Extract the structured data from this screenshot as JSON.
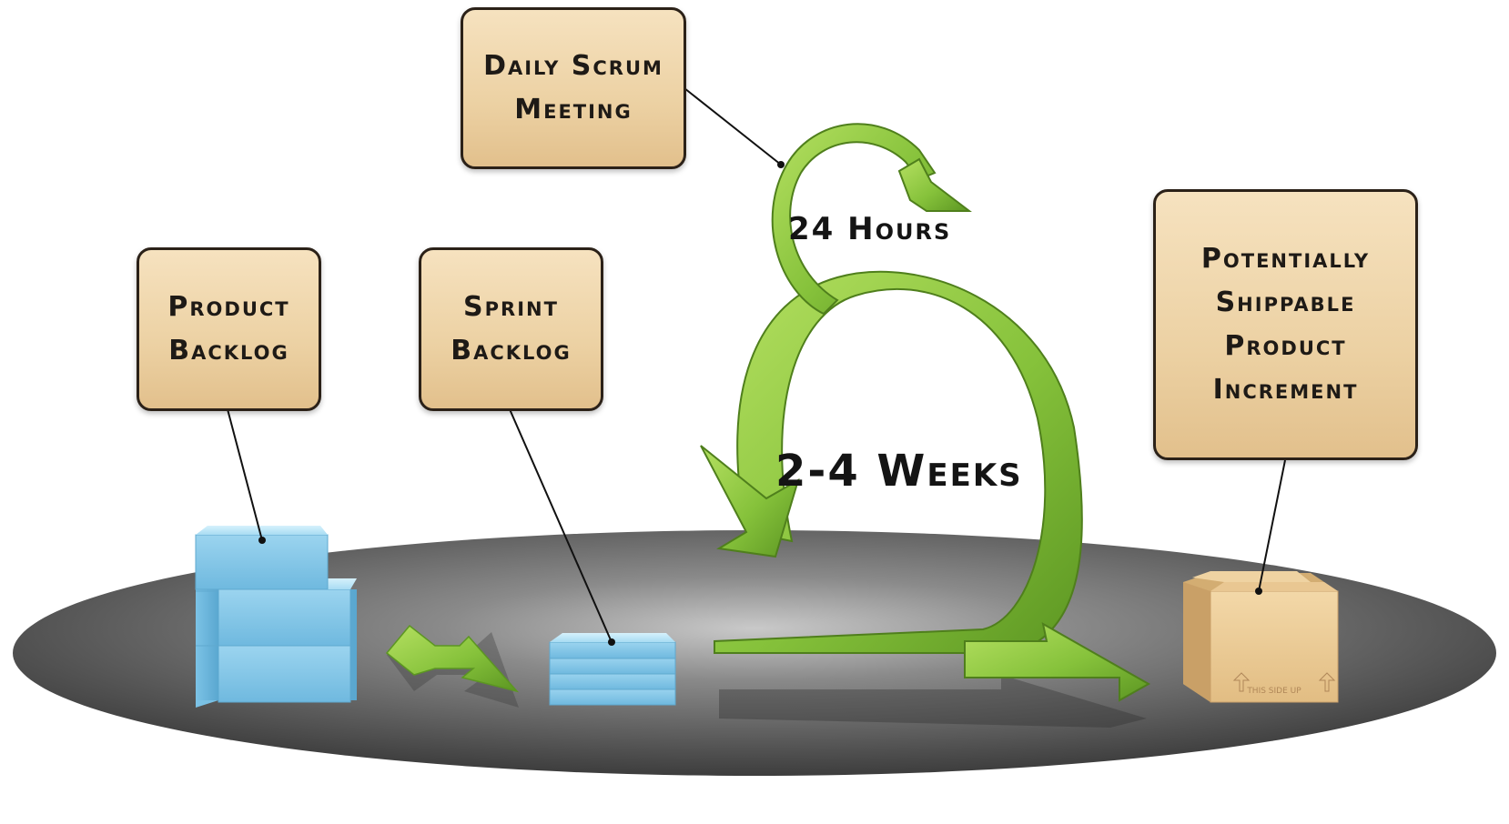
{
  "labels": {
    "daily_scrum": [
      "Daily Scrum",
      "Meeting"
    ],
    "product_backlog": [
      "Product",
      "Backlog"
    ],
    "sprint_backlog": [
      "Sprint",
      "Backlog"
    ],
    "increment": [
      "Potentially",
      "Shippable",
      "Product",
      "Increment"
    ]
  },
  "cycle": {
    "daily": "24 Hours",
    "sprint": "2-4 Weeks"
  },
  "colors": {
    "arrow_green": "#8cc63f",
    "arrow_dark": "#5a8f1f",
    "box_fill": "#ecd1a3",
    "box_border": "#2b2118",
    "platform": "#555555",
    "block_blue": "#8fd0ef"
  },
  "box_stamp_text": "THIS SIDE UP"
}
